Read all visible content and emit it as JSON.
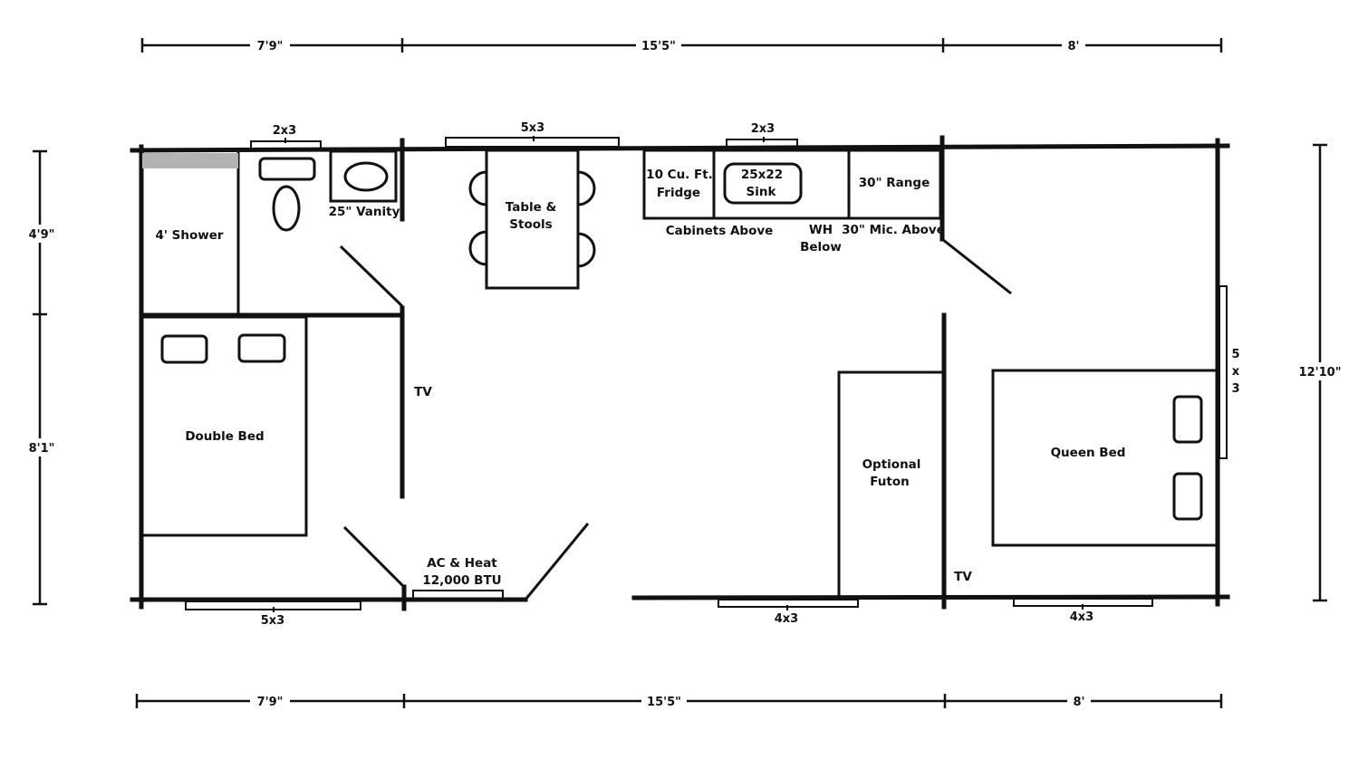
{
  "dimensions": {
    "top": [
      "7'9\"",
      "15'5\"",
      "8'"
    ],
    "bottom": [
      "7'9\"",
      "15'5\"",
      "8'"
    ],
    "left": [
      "4'9\"",
      "8'1\""
    ],
    "right": "12'10\""
  },
  "windows": {
    "bath_top": "2x3",
    "dining_top": "5x3",
    "kitchen_top": "2x3",
    "bedroom_bottom": "5x3",
    "living_bottom": "4x3",
    "master_bottom": "4x3",
    "master_side": [
      "5",
      "x",
      "3"
    ]
  },
  "rooms": {
    "shower": "4' Shower",
    "vanity": "25\" Vanity",
    "table_line1": "Table &",
    "table_line2": "Stools",
    "fridge_line1": "10 Cu. Ft.",
    "fridge_line2": "Fridge",
    "sink_line1": "25x22",
    "sink_line2": "Sink",
    "range": "30\" Range",
    "cabinets": "Cabinets Above",
    "wh_line1": "WH",
    "wh_line2": "Below",
    "mic": "30\" Mic. Above",
    "double_bed": "Double Bed",
    "tv_left": "TV",
    "ac_line1": "AC & Heat",
    "ac_line2": "12,000 BTU",
    "futon_line1": "Optional",
    "futon_line2": "Futon",
    "queen_bed": "Queen Bed",
    "tv_right": "TV"
  }
}
